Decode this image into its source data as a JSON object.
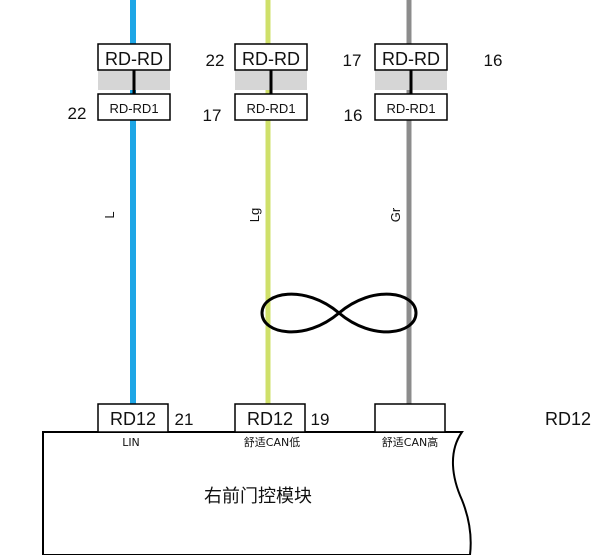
{
  "connectors_upper": [
    {
      "top_label": "RD-RD",
      "bottom_label": "RD-RD1",
      "top_pin_right": "",
      "bottom_pin_left": "22"
    },
    {
      "top_label": "RD-RD",
      "bottom_label": "RD-RD1",
      "top_pin_left": "22",
      "bottom_pin_left": "17"
    },
    {
      "top_label": "RD-RD",
      "bottom_label": "RD-RD1",
      "top_pin_left": "17",
      "top_pin_right": "16",
      "bottom_pin_left": "16"
    }
  ],
  "wires": [
    {
      "color_code": "L",
      "color": "#1ea6e6"
    },
    {
      "color_code": "Lg",
      "color": "#cfe06a"
    },
    {
      "color_code": "Gr",
      "color": "#8c8c8c"
    }
  ],
  "module": {
    "name": "右前门控模块",
    "connector": "RD12",
    "pins": [
      {
        "label": "RD12",
        "pin": "21",
        "signal": "LIN"
      },
      {
        "label": "RD12",
        "pin": "19",
        "signal": "舒适CAN低"
      },
      {
        "label": "",
        "pin": "",
        "signal": "舒适CAN高"
      }
    ],
    "side_label": "RD12"
  }
}
